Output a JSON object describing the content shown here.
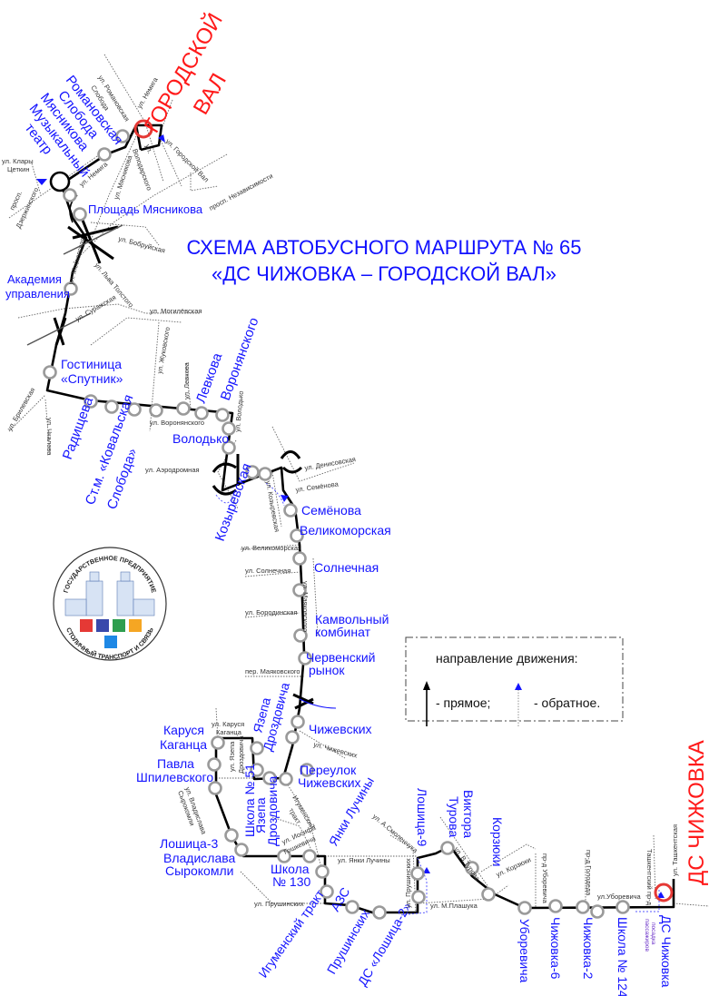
{
  "title": {
    "line1": "СХЕМА АВТОБУСНОГО МАРШРУТА № 65",
    "line2": "«ДС ЧИЖОВКА – ГОРОДСКОЙ ВАЛ»"
  },
  "colors": {
    "route": "#000000",
    "stop_label": "#1414ff",
    "terminal": "#ff1a1a",
    "stop_ring": "#9a9a9a"
  },
  "terminals": {
    "north_1": "ГОРОДСКОЙ",
    "north_2": "ВАЛ",
    "south": "ДС ЧИЖОВКА"
  },
  "stops": {
    "romanovskaya_1": "Романовская",
    "romanovskaya_2": "Слобода",
    "myasnikova": "Мясникова",
    "theatre_1": "Музыкальный",
    "theatre_2": "театр",
    "pl_myasnikova": "Площадь Мясникова",
    "akademiya_1": "Академия",
    "akademiya_2": "управления",
    "sputnik_1": "Гостиница",
    "sputnik_2": "«Спутник»",
    "radishcheva": "Радищева",
    "koval_1": "Ст.м. «Ковальская",
    "koval_2": "Слобода»",
    "levkova": "Левкова",
    "voronyanskogo": "Воронянского",
    "volodko": "Володько",
    "kozyrevskaya": "Козыревская",
    "semenova": "Семёнова",
    "velikomorskaya": "Великоморская",
    "solnechnaya": "Солнечная",
    "kamvolny_1": "Камвольный",
    "kamvolny_2": "комбинат",
    "chervensky_1": "Червенский",
    "chervensky_2": "рынок",
    "chizhevskih": "Чижевских",
    "drozdovicha_a_1": "Язепа",
    "drozdovicha_a_2": "Дроздовича",
    "kagantsa_1": "Каруся",
    "kagantsa_2": "Каганца",
    "shpilevskogo_1": "Павла",
    "shpilevskogo_2": "Шпилевского",
    "school51": "Школа № 51",
    "drozdovicha_b_1": "Язепа",
    "drozdovicha_b_2": "Дроздовича",
    "per_chizh_1": "Переулок",
    "per_chizh_2": "Чижевских",
    "loshitsa3": "Лошица-3",
    "syrokomli_1": "Владислава",
    "syrokomli_2": "Сырокомли",
    "school130_1": "Школа",
    "school130_2": "№ 130",
    "luchiny": "Янки Лучины",
    "igumensky": "Игуменский тракт",
    "azs": "АЗС",
    "prushinskih": "Прушинских",
    "loshitsa2": "ДС «Лошица-2»",
    "loshitsa9": "Лошица-9",
    "turova_1": "Виктора",
    "turova_2": "Турова",
    "korzyuki": "Корзюки",
    "uborevicha": "Уборевича",
    "chizhovka6": "Чижовка-6",
    "chizhovka2": "Чижовка-2",
    "school124": "Школа № 124",
    "ds_chizhovka": "ДС Чижовка",
    "boarding_1": "посадка",
    "boarding_2": "пассажиров"
  },
  "streets": {
    "romanovskaya": "ул. Романовская",
    "sloboda": "Слобода",
    "nemiga": "ул. Немига",
    "gorodskoy_val": "ул. Городской Вал",
    "volodarskogo_1": "ул.",
    "volodarskogo_2": "Володарского",
    "nezavisimosti": "просп. Независимости",
    "myasnikova": "ул. Мясникова",
    "tsetkin_1": "ул. Клары",
    "tsetkin_2": "Цеткин",
    "dzerzhinskogo_1": "просп.",
    "dzerzhinskogo_2": "Дзержинского",
    "nemiga2": "ул. Немига",
    "bobruyskaya": "ул. Бобруйская",
    "moskovskaya": "ул. Московская",
    "tolstogo": "ул. Льва Толстого",
    "surazhskaya": "ул. Суражская",
    "mogilevskaya": "ул. Могилёвская",
    "zhukovskogo": "ул. Жуковского",
    "brilevskaya": "ул. Брилевская",
    "chkalova": "ул. Чкалова",
    "levkova": "ул. Левкова",
    "voronyanskogo": "ул. Воронянского",
    "volodko": "ул. Володько",
    "aerodromnaya": "ул. Аэродромная",
    "denisovskaya": "ул. Денисовская",
    "semenova": "ул. Семёнова",
    "kozyrevskaya": "ул. Козыревская",
    "velikomorskaya": "ул. Великоморская",
    "solnechnaya": "ул. Солнечная",
    "mayakovskogo": "ул. Маяковского",
    "borodinskaya": "ул. Бородинская",
    "per_mayakovskogo": "пер. Маяковского",
    "chizhevskih": "ул. Чижевских",
    "kagantsa_1": "ул. Каруся",
    "kagantsa_2": "Каганца",
    "drozdovicha_1": "ул. Язепа",
    "drozdovicha_2": "Дроздовича",
    "syrokomli_1": "ул. Владислава",
    "syrokomli_2": "Сырокомли",
    "goshkevicha_1": "ул. Иосифа",
    "goshkevicha_2": "Гошкевича",
    "igumensky_1": "Игуменский",
    "igumensky_2": "тракт",
    "luchiny": "ул. Янки Лучины",
    "prushinskih": "ул. Прушинских",
    "prushinskih2": "ул. Прушинских",
    "smolenchuka": "ул. А.Смоленчука",
    "plashuka": "ул. М.Плашука",
    "turova": "ул. В.Турова",
    "korzyuki": "ул. Корзюки",
    "pr_uborevicha": "пр-д Уборевича",
    "pr_golodeda": "пр-д Голодеда",
    "uborevicha": "ул.Уборевича",
    "tashkentsky_pr": "Ташкентский пр-д",
    "tashkentskaya": "ул. Ташкентская"
  },
  "legend": {
    "heading": "направление движения:",
    "forward": "- прямое;",
    "reverse": "- обратное."
  },
  "logo": {
    "top_text": "ГОСУДАРСТВЕННОЕ ПРЕДПРИЯТИЕ",
    "bottom_text": "СТОЛИЧНЫЙ ТРАНСПОРТ И СВЯЗЬ",
    "tile_colors": [
      "#e53935",
      "#3949ab",
      "#2e9e4f",
      "#f5a623",
      "#1e88e5"
    ]
  }
}
